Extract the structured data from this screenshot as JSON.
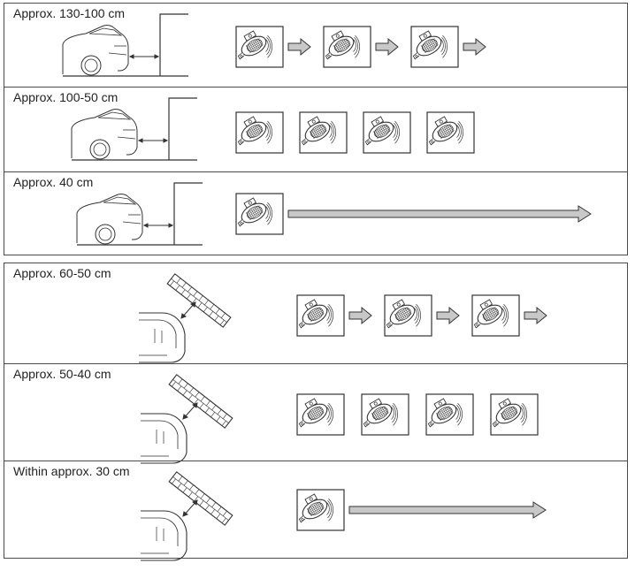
{
  "panel_rear": {
    "rows": [
      {
        "label": "Approx. 130-100 cm",
        "pattern": "intermittent",
        "beeps": 3
      },
      {
        "label": "Approx. 100-50 cm",
        "pattern": "rapid",
        "beeps": 4
      },
      {
        "label": "Approx. 40 cm",
        "pattern": "continuous",
        "beeps": 1
      }
    ]
  },
  "panel_corner": {
    "rows": [
      {
        "label": "Approx. 60-50 cm",
        "pattern": "intermittent",
        "beeps": 3
      },
      {
        "label": "Approx. 50-40 cm",
        "pattern": "rapid",
        "beeps": 4
      },
      {
        "label": "Within approx. 30 cm",
        "pattern": "continuous",
        "beeps": 1
      }
    ]
  },
  "icons": {
    "beeper": "buzzer-speaker-icon",
    "arrow": "right-arrow-icon",
    "vehicle_rear": "car-rear-side-icon",
    "vehicle_corner": "car-corner-top-icon",
    "wall": "brick-wall-icon"
  },
  "colors": {
    "arrow_fill": "#c8c8c8",
    "stroke": "#333333"
  }
}
